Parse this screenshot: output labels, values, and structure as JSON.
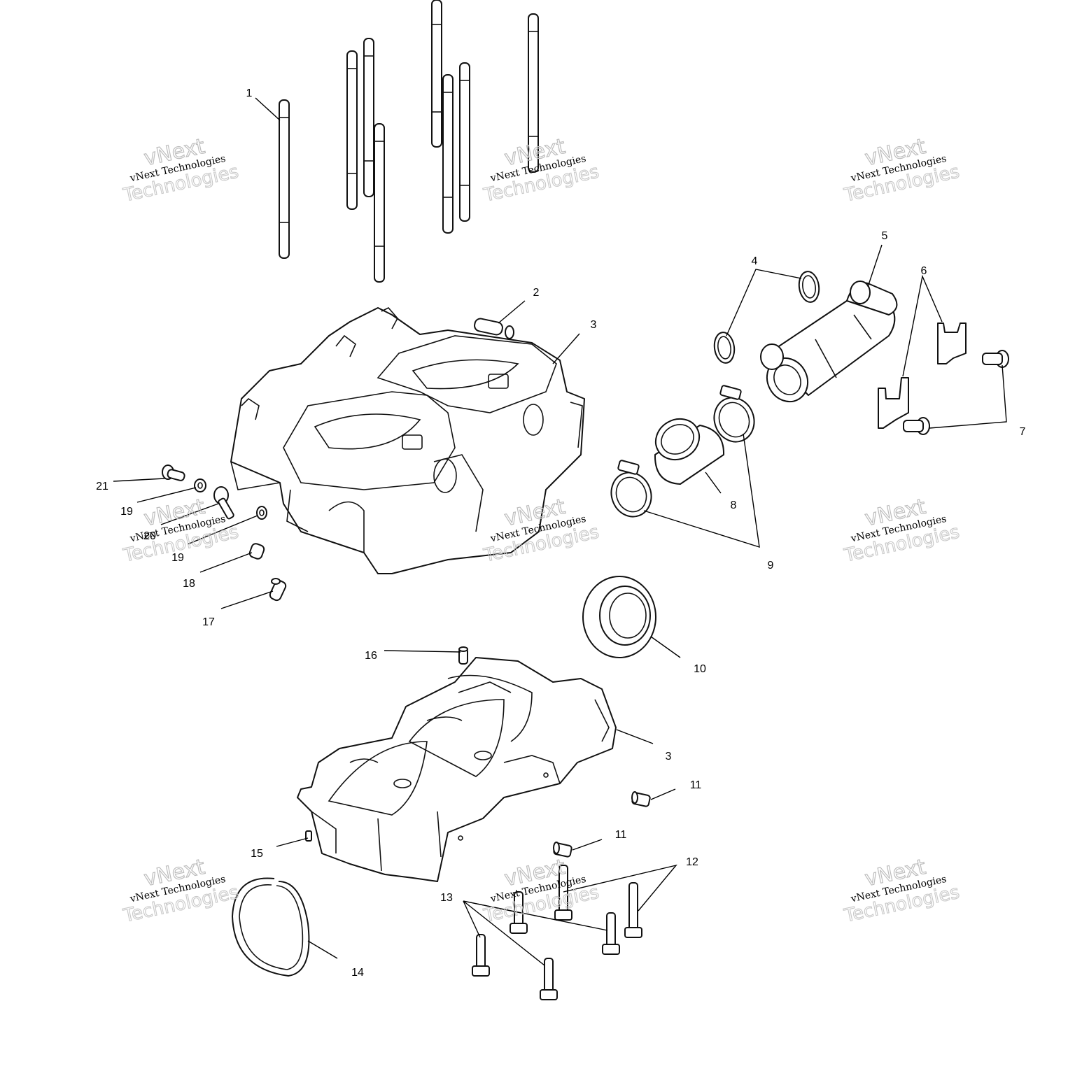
{
  "diagram": {
    "callouts": [
      {
        "id": "c1",
        "label": "1"
      },
      {
        "id": "c2",
        "label": "2"
      },
      {
        "id": "c3a",
        "label": "3"
      },
      {
        "id": "c4",
        "label": "4"
      },
      {
        "id": "c5",
        "label": "5"
      },
      {
        "id": "c6",
        "label": "6"
      },
      {
        "id": "c7",
        "label": "7"
      },
      {
        "id": "c8",
        "label": "8"
      },
      {
        "id": "c9",
        "label": "9"
      },
      {
        "id": "c10",
        "label": "10"
      },
      {
        "id": "c11a",
        "label": "11"
      },
      {
        "id": "c11b",
        "label": "11"
      },
      {
        "id": "c12",
        "label": "12"
      },
      {
        "id": "c13",
        "label": "13"
      },
      {
        "id": "c14",
        "label": "14"
      },
      {
        "id": "c15",
        "label": "15"
      },
      {
        "id": "c16",
        "label": "16"
      },
      {
        "id": "c17",
        "label": "17"
      },
      {
        "id": "c18",
        "label": "18"
      },
      {
        "id": "c19a",
        "label": "19"
      },
      {
        "id": "c19b",
        "label": "19"
      },
      {
        "id": "c20",
        "label": "20"
      },
      {
        "id": "c21",
        "label": "21"
      },
      {
        "id": "c3b",
        "label": "3"
      }
    ]
  },
  "watermark": {
    "line1": "vNext Technologies",
    "line2": "vNext",
    "line3": "Technologies"
  }
}
